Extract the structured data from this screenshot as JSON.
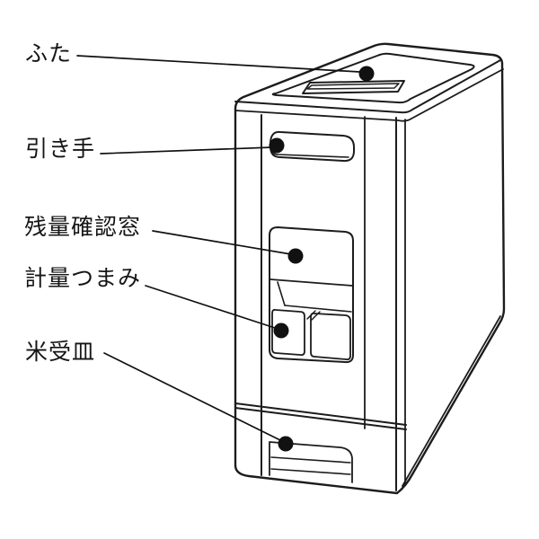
{
  "diagram": {
    "background_color": "#ffffff",
    "line_color": "#1c1c1c",
    "callout_dot_color": "#111111",
    "labels": [
      {
        "id": "lid",
        "text": "ふた"
      },
      {
        "id": "pull-handle",
        "text": "引き手"
      },
      {
        "id": "level-window",
        "text": "残量確認窓"
      },
      {
        "id": "measuring-knob",
        "text": "計量つまみ"
      },
      {
        "id": "rice-tray",
        "text": "米受皿"
      }
    ]
  }
}
